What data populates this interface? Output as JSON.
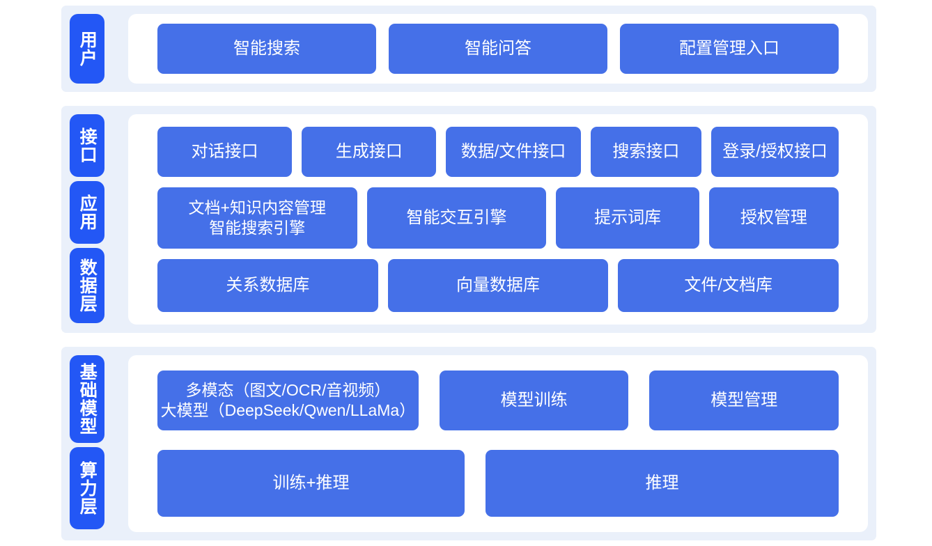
{
  "colors": {
    "panel_bg": "#eaf0fa",
    "card_bg": "#ffffff",
    "tag_blue": "#2357f5",
    "box_blue": "#4570e8",
    "text_on_blue": "#ffffff"
  },
  "layers": [
    {
      "id": "user",
      "tags": [
        "用户"
      ],
      "rows": [
        {
          "boxes": [
            {
              "label": "智能搜索"
            },
            {
              "label": "智能问答"
            },
            {
              "label": "配置管理入口"
            }
          ]
        }
      ]
    },
    {
      "id": "api",
      "tags": [
        "接口",
        "应用",
        "数据层"
      ],
      "rows": [
        {
          "boxes": [
            {
              "label": "对话接口",
              "flex": 2.06
            },
            {
              "label": "生成接口",
              "flex": 2.06
            },
            {
              "label": "数据/文件接口",
              "flex": 2.06
            },
            {
              "label": "搜索接口",
              "flex": 1.7
            },
            {
              "label": "登录/授权接口",
              "flex": 1.95
            }
          ]
        },
        {
          "boxes": [
            {
              "label": "文档+知识内容管理\n智能搜索引擎",
              "flex": 3.0,
              "multiline": true
            },
            {
              "label": "智能交互引擎",
              "flex": 2.7
            },
            {
              "label": "提示词库",
              "flex": 2.15
            },
            {
              "label": "授权管理",
              "flex": 1.95
            }
          ]
        },
        {
          "boxes": [
            {
              "label": "关系数据库",
              "flex": 1
            },
            {
              "label": "向量数据库",
              "flex": 1
            },
            {
              "label": "文件/文档库",
              "flex": 1
            }
          ]
        }
      ]
    },
    {
      "id": "model",
      "tags": [
        "基础模型",
        "算力层"
      ],
      "rows": [
        {
          "boxes": [
            {
              "label": "多模态（图文/OCR/音视频）\n大模型（DeepSeek/Qwen/LLaMa）",
              "flex": 1.38,
              "multiline": true
            },
            {
              "label": "模型训练",
              "flex": 1.0
            },
            {
              "label": "模型管理",
              "flex": 1.0
            }
          ]
        },
        {
          "boxes": [
            {
              "label": "训练+推理",
              "flex": 1.0
            },
            {
              "label": "推理",
              "flex": 1.15
            }
          ]
        }
      ]
    }
  ]
}
